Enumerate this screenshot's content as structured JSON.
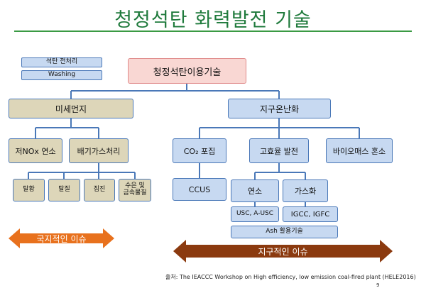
{
  "title": "청정석탄 화력발전 기술",
  "pre_treat": {
    "item1": "석탄 전처리",
    "item2": "Washing"
  },
  "root": "청정석탄이용기술",
  "left": {
    "head": "미세먼지",
    "nox": "저NOx 연소",
    "flue": "배기가스처리",
    "leaf1": "탈황",
    "leaf2": "탈질",
    "leaf3": "집진",
    "leaf4a": "수은 및",
    "leaf4b": "금속물질"
  },
  "right": {
    "head": "지구온난화",
    "co2": "CO₂ 포집",
    "ccus": "CCUS",
    "hi_eff": "고효율 발전",
    "biomass": "바이오매스 혼소",
    "comb": "연소",
    "gasif": "가스화",
    "usc": "USC, A-USC",
    "igcc": "IGCC, IGFC",
    "ash": "Ash 활용기술"
  },
  "arrows": {
    "local": "국지적인 이슈",
    "global": "지구적인 이슈",
    "local_color": "#e8711d",
    "global_color": "#8b3a0f"
  },
  "source": "출처: The IEACCC Workshop on High efficiency, low emission coal-fired plant (HELE2016)",
  "page_number": "9"
}
